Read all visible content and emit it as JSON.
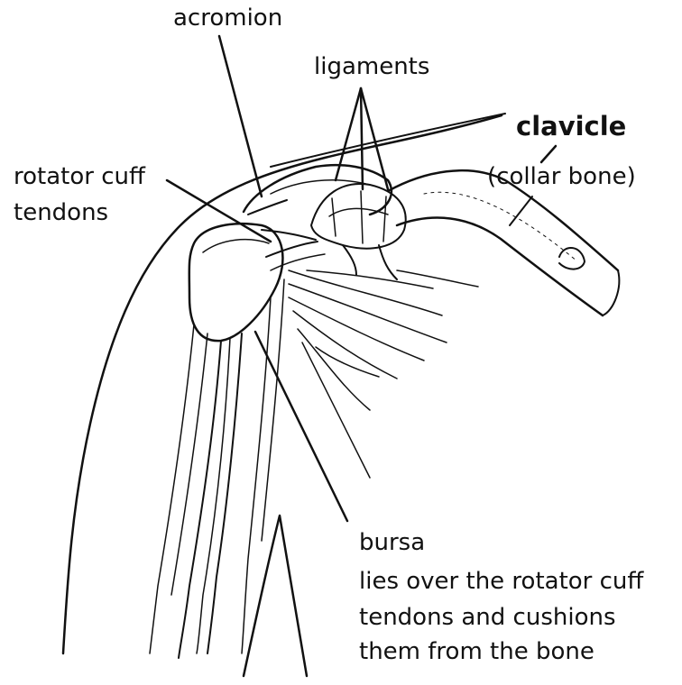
{
  "labels": {
    "acromion": "acromion",
    "ligaments": "ligaments",
    "clavicle": "clavicle",
    "collar_bone": "(collar bone)",
    "rotator_cuff_line1": "rotator cuff",
    "rotator_cuff_line2": "tendons",
    "bursa": "bursa",
    "bursa_desc_line1": "lies over the rotator cuff",
    "bursa_desc_line2": "tendons and cushions",
    "bursa_desc_line3": "them from the bone"
  },
  "colors": {
    "ink": "#111111",
    "background": "#ffffff"
  }
}
